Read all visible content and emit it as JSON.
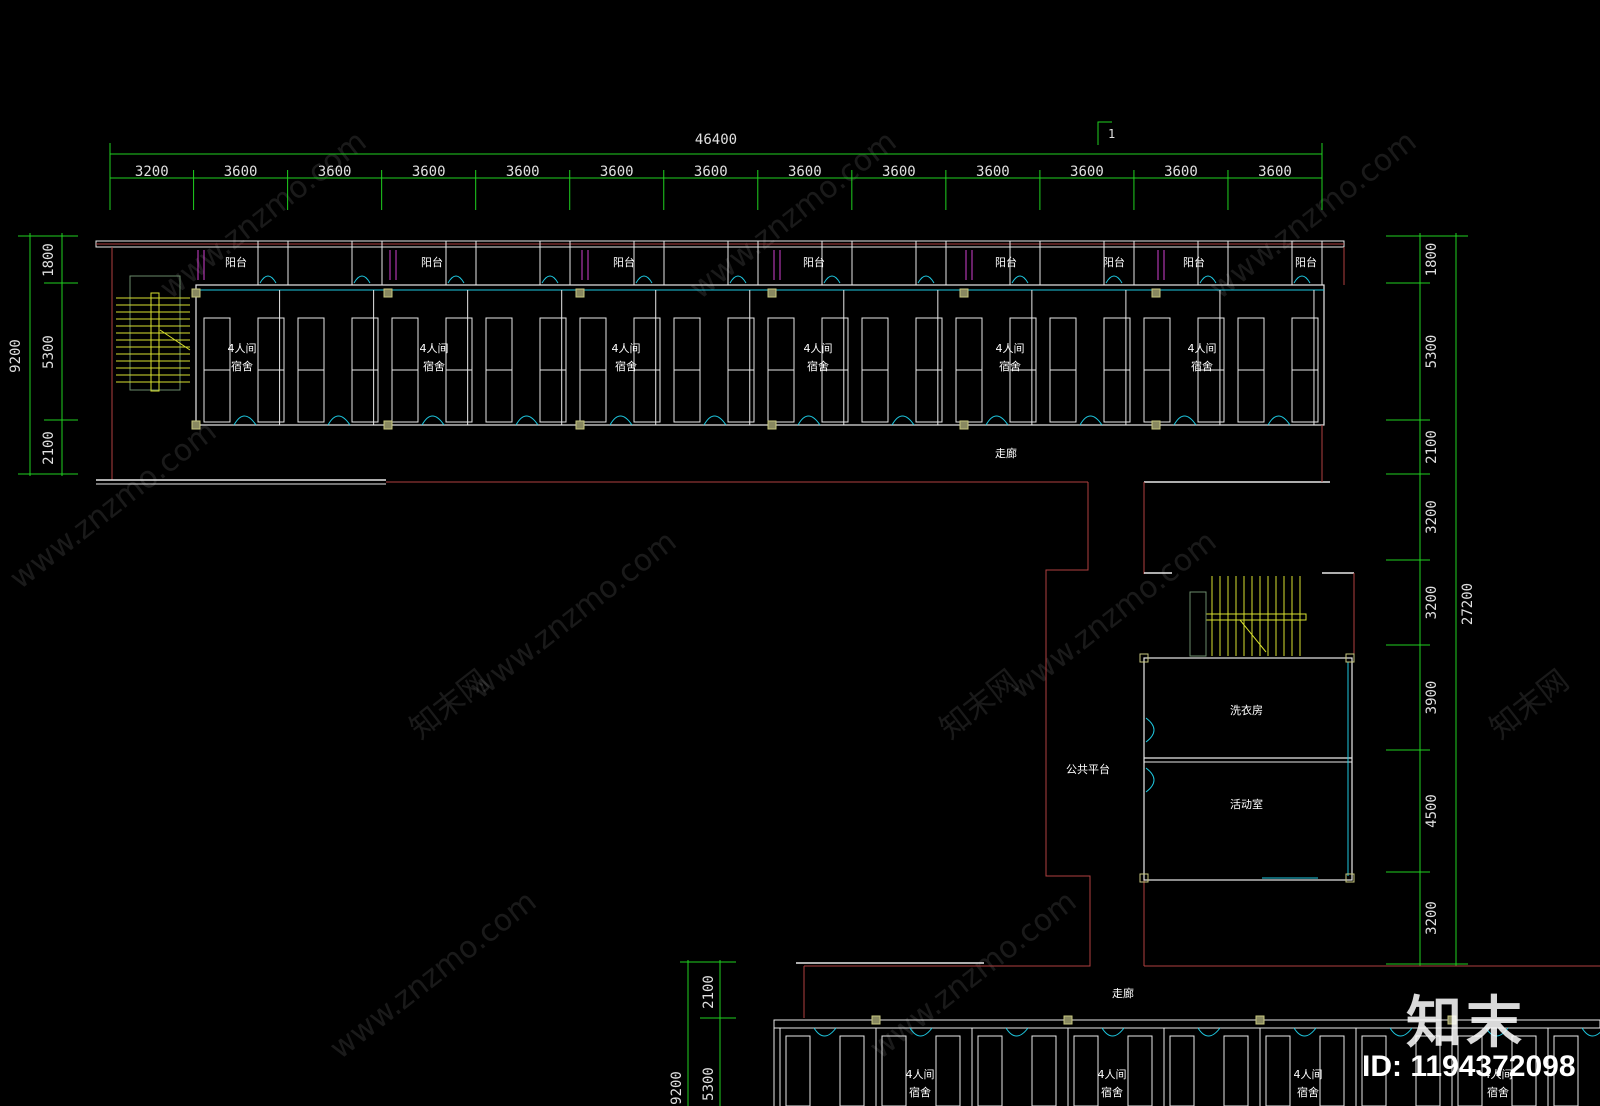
{
  "top_block": {
    "total_width": "46400",
    "bay_widths": [
      "3200",
      "3600",
      "3600",
      "3600",
      "3600",
      "3600",
      "3600",
      "3600",
      "3600",
      "3600",
      "3600",
      "3600",
      "3600"
    ],
    "section_mark": "1",
    "left_dims": [
      "1800",
      "5300",
      "2100"
    ],
    "left_total": "9200",
    "balcony_label": "阳台",
    "room_label_line1": "4人间",
    "room_label_line2": "宿舍",
    "corridor_label": "走廊"
  },
  "right_dims": {
    "segments": [
      "1800",
      "5300",
      "2100",
      "3200",
      "3200",
      "3900",
      "4500",
      "3200"
    ],
    "total": "27200"
  },
  "center_block": {
    "laundry_label": "洗衣房",
    "activity_label": "活动室",
    "platform_label": "公共平台"
  },
  "bottom_block": {
    "corridor_label": "走廊",
    "dims": [
      "2100",
      "5300"
    ],
    "total": "9200",
    "room_label_line1": "4人间",
    "room_label_line2": "宿舍"
  },
  "watermark": {
    "site": "www.znzmo.com",
    "brand_text": "知末网",
    "logo": "知末",
    "id_text": "ID: 1194372098"
  },
  "colors": {
    "background": "#000000",
    "dim_line": "#1fd11f",
    "wall": "#e8e8e8",
    "wall_outline": "#b04040",
    "window": "#1ec8e0",
    "column": "#c8c880",
    "stair": "#d8e030",
    "plumbing": "#d040d0"
  }
}
